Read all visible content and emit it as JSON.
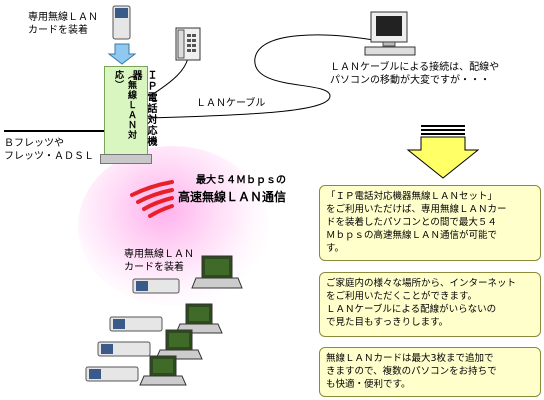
{
  "labels": {
    "card_install_top": "専用無線ＬＡＮ\nカードを装着",
    "device_line1": "ＩＰ電話対応機器",
    "device_line2": "（無線ＬＡＮ対応）",
    "lan_cable": "ＬＡＮケーブル",
    "lan_note": "ＬＡＮケーブルによる接続は、配線や\nパソコンの移動が大変ですが・・・",
    "bflets": "Ｂフレッツや\nフレッツ・ＡＤＳＬ",
    "speed_line1": "最大５４Ｍｂｐｓの",
    "speed_line2": "高速無線ＬＡＮ通信",
    "card_install_mid": "専用無線ＬＡＮ\nカードを装着"
  },
  "boxes": [
    {
      "text": "「ＩＰ電話対応機器無線ＬＡＮセット」\nをご利用いただけば、専用無線ＬＡＮカー\nドを装着したパソコンとの間で最大５４\nＭｂｐｓの高速無線ＬＡＮ通信が可能で\nす。"
    },
    {
      "text": "ご家庭内の様々な場所から、インターネット\nをご利用いただくことができます。\nＬＡＮケーブルによる配線がいらないの\nで見た目もすっきりします。"
    },
    {
      "text": "無線ＬＡＮカードは最大3枚まで追加で\nきますので、複数のパソコンをお持ちで\nも快適・便利です。"
    }
  ],
  "colors": {
    "device_body": "#d9f5c0",
    "device_border": "#7aa35a",
    "arrow_fill": "#ffff66",
    "signal_red": "#e8202a",
    "glow": "#ff66cc",
    "box_fill": "#ffffcc",
    "card_arrow": "#8fc8f0"
  }
}
